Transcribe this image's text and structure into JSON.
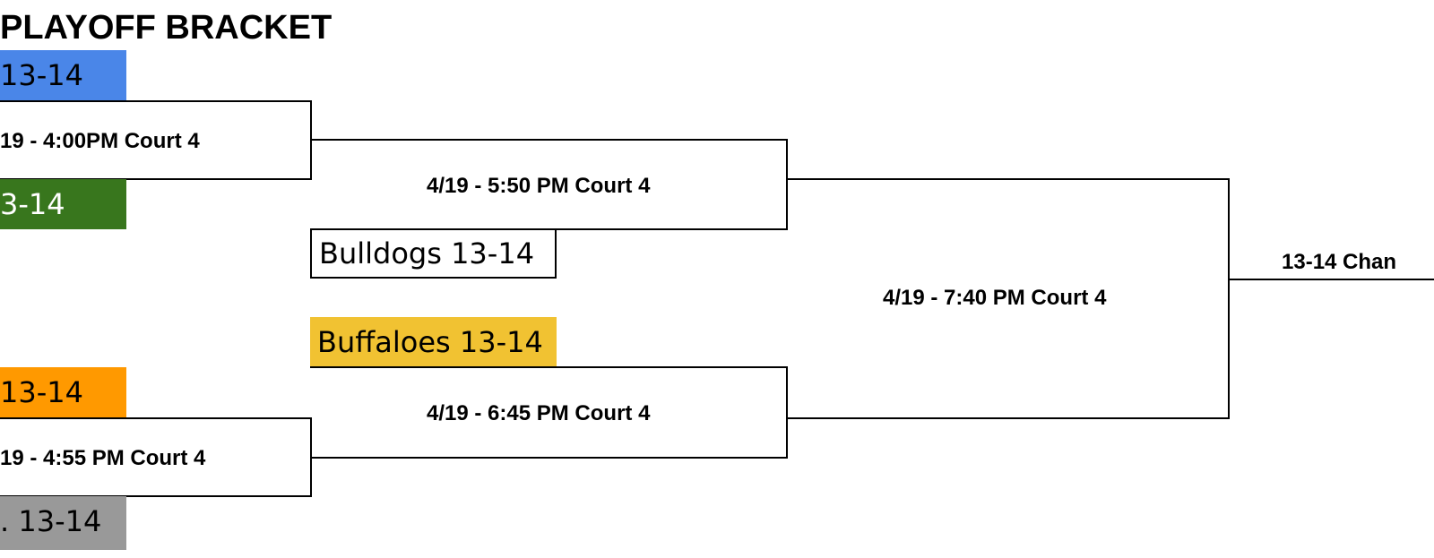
{
  "title": "PLAYOFF BRACKET",
  "colors": {
    "blue": "#4a86e8",
    "green": "#38761d",
    "orange": "#ff9900",
    "gray": "#999999",
    "yellow": "#f1c232",
    "line": "#000000"
  },
  "round1": {
    "team_a": "13-14",
    "game_1": "19 - 4:00PM Court 4",
    "team_b": "3-14",
    "team_c": " 13-14",
    "game_2": "19 - 4:55 PM Court 4",
    "team_d": ". 13-14"
  },
  "round2": {
    "bye_top": "Bulldogs 13-14",
    "game_top": "4/19 - 5:50 PM Court 4",
    "bye_bottom": "Buffaloes 13-14",
    "game_bottom": "4/19 - 6:45 PM Court 4"
  },
  "final": {
    "game": "4/19 - 7:40 PM Court 4",
    "champion_label": "13-14 Chan"
  }
}
